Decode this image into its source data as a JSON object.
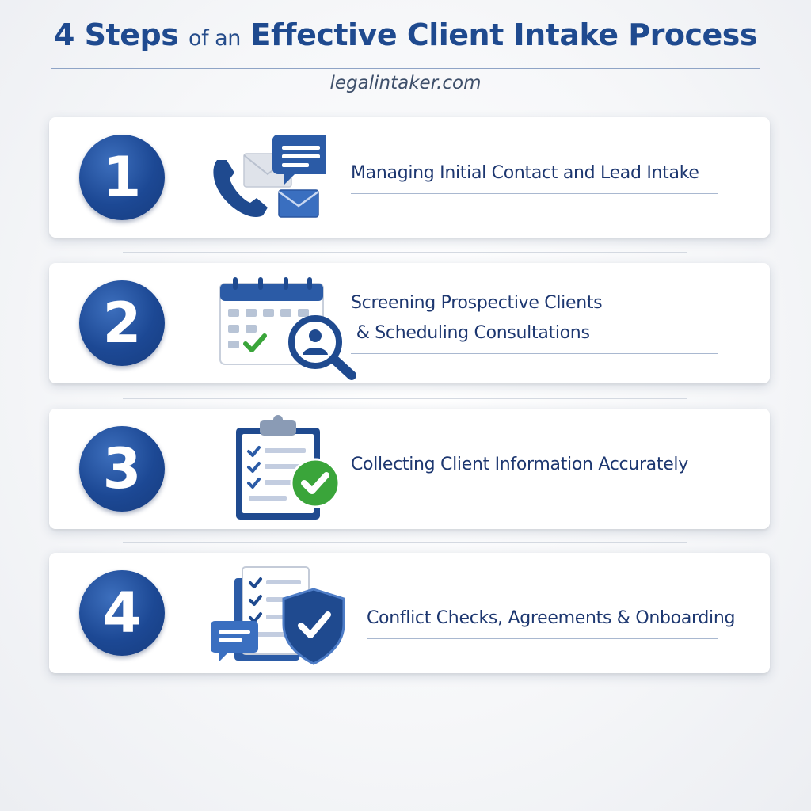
{
  "header": {
    "title_part1": "4 Steps",
    "title_part2": "of an",
    "title_part3": "Effective Client Intake Process",
    "site": "legalintaker.com"
  },
  "steps": [
    {
      "number": "1",
      "label_line1": "Managing Initial Contact and Lead Intake",
      "label_line2": "",
      "icon": "phone-chat-mail-icon"
    },
    {
      "number": "2",
      "label_line1": "Screening Prospective Clients",
      "label_line2": " & Scheduling Consultations",
      "icon": "calendar-search-icon"
    },
    {
      "number": "3",
      "label_line1": "Collecting Client Information Accurately",
      "label_line2": "",
      "icon": "clipboard-check-icon"
    },
    {
      "number": "4",
      "label_line1": "Conflict Checks, Agreements & Onboarding",
      "label_line2": "",
      "icon": "document-shield-icon"
    }
  ],
  "colors": {
    "primary": "#1f4a8f",
    "accent_green": "#3aa53a",
    "text_dark": "#1d3770"
  }
}
